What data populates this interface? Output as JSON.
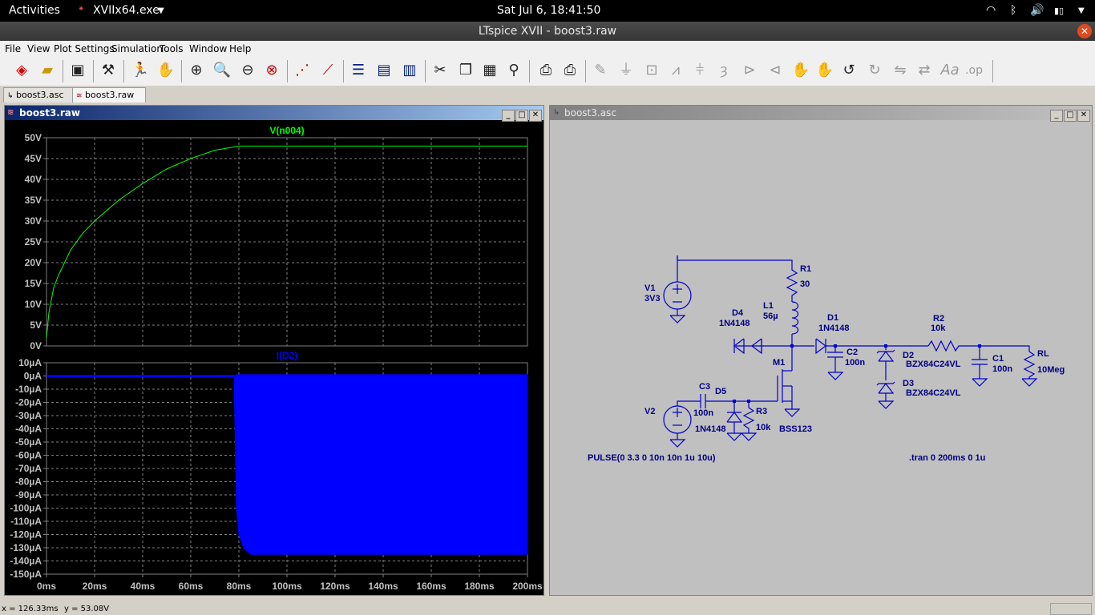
{
  "topbar": {
    "activities": "Activities",
    "app": "XVIIx64.exe",
    "clock": "Sat Jul  6, 18:41:50"
  },
  "window": {
    "title": "LTspice XVII - boost3.raw"
  },
  "menu": [
    "File",
    "View",
    "Plot Settings",
    "Simulation",
    "Tools",
    "Window",
    "Help"
  ],
  "tabs": [
    {
      "label": "boost3.asc"
    },
    {
      "label": "boost3.raw"
    }
  ],
  "plot_window": {
    "title": "boost3.raw"
  },
  "schematic_window": {
    "title": "boost3.asc"
  },
  "chart_data": [
    {
      "type": "line",
      "title": "V(n004)",
      "x_unit": "ms",
      "xlim": [
        0,
        200
      ],
      "x_ticks": [
        "0ms",
        "20ms",
        "40ms",
        "60ms",
        "80ms",
        "100ms",
        "120ms",
        "140ms",
        "160ms",
        "180ms",
        "200ms"
      ],
      "ylim": [
        0,
        50
      ],
      "y_ticks": [
        "0V",
        "5V",
        "10V",
        "15V",
        "20V",
        "25V",
        "30V",
        "35V",
        "40V",
        "45V",
        "50V"
      ],
      "series": [
        {
          "name": "V(n004)",
          "color": "#00ff00",
          "x": [
            0,
            1,
            3,
            5,
            10,
            15,
            20,
            30,
            40,
            50,
            60,
            70,
            80,
            200
          ],
          "y": [
            2,
            8,
            14,
            17,
            23,
            27,
            30,
            35,
            39,
            42.5,
            45,
            47,
            48,
            48
          ]
        }
      ],
      "grid": true
    },
    {
      "type": "area",
      "title": "I(D2)",
      "x_unit": "ms",
      "xlim": [
        0,
        200
      ],
      "ylim": [
        -150,
        10
      ],
      "y_ticks": [
        "10µA",
        "0µA",
        "-10µA",
        "-20µA",
        "-30µA",
        "-40µA",
        "-50µA",
        "-60µA",
        "-70µA",
        "-80µA",
        "-90µA",
        "-100µA",
        "-110µA",
        "-120µA",
        "-130µA",
        "-140µA",
        "-150µA"
      ],
      "series": [
        {
          "name": "I(D2)",
          "color": "#0000ff",
          "x": [
            0,
            78,
            79,
            80,
            82,
            85,
            200
          ],
          "upper": [
            0,
            0,
            1,
            1,
            1,
            1,
            1
          ],
          "lower": [
            0,
            0,
            -100,
            -120,
            -130,
            -135,
            -135
          ]
        }
      ],
      "grid": true
    }
  ],
  "schematic": {
    "labels": [
      {
        "id": "r1-ref",
        "text": "R1"
      },
      {
        "id": "r1-val",
        "text": "30"
      },
      {
        "id": "v1-ref",
        "text": "V1"
      },
      {
        "id": "v1-val",
        "text": "3V3"
      },
      {
        "id": "l1-ref",
        "text": "L1"
      },
      {
        "id": "l1-val",
        "text": "56µ"
      },
      {
        "id": "d4-ref",
        "text": "D4"
      },
      {
        "id": "d4-val",
        "text": "1N4148"
      },
      {
        "id": "d1-ref",
        "text": "D1"
      },
      {
        "id": "d1-val",
        "text": "1N4148"
      },
      {
        "id": "r2-ref",
        "text": "R2"
      },
      {
        "id": "r2-val",
        "text": "10k"
      },
      {
        "id": "c2-ref",
        "text": "C2"
      },
      {
        "id": "c2-val",
        "text": "100n"
      },
      {
        "id": "d2-ref",
        "text": "D2"
      },
      {
        "id": "d2-val",
        "text": "BZX84C24VL"
      },
      {
        "id": "d3-ref",
        "text": "D3"
      },
      {
        "id": "d3-val",
        "text": "BZX84C24VL"
      },
      {
        "id": "c1-ref",
        "text": "C1"
      },
      {
        "id": "c1-val",
        "text": "100n"
      },
      {
        "id": "rl-ref",
        "text": "RL"
      },
      {
        "id": "rl-val",
        "text": "10Meg"
      },
      {
        "id": "m1-ref",
        "text": "M1"
      },
      {
        "id": "m1-val",
        "text": "BSS123"
      },
      {
        "id": "c3-ref",
        "text": "C3"
      },
      {
        "id": "c3-val",
        "text": "100n"
      },
      {
        "id": "d5-ref",
        "text": "D5"
      },
      {
        "id": "d5-val",
        "text": "1N4148"
      },
      {
        "id": "r3-ref",
        "text": "R3"
      },
      {
        "id": "r3-val",
        "text": "10k"
      },
      {
        "id": "v2-ref",
        "text": "V2"
      },
      {
        "id": "pulse",
        "text": "PULSE(0 3.3 0 10n 10n 1u 10u)"
      },
      {
        "id": "tran",
        "text": ".tran 0 200ms 0 1u"
      }
    ]
  },
  "status": {
    "x": "x = 126.33ms",
    "y": "y = 53.08V"
  },
  "colors": {
    "plot_bg": "#000000",
    "trace_v": "#00ff00",
    "trace_i": "#0000ff",
    "schematic_bg": "#c0c0c0",
    "wire": "#0000cc",
    "label": "#000080"
  }
}
